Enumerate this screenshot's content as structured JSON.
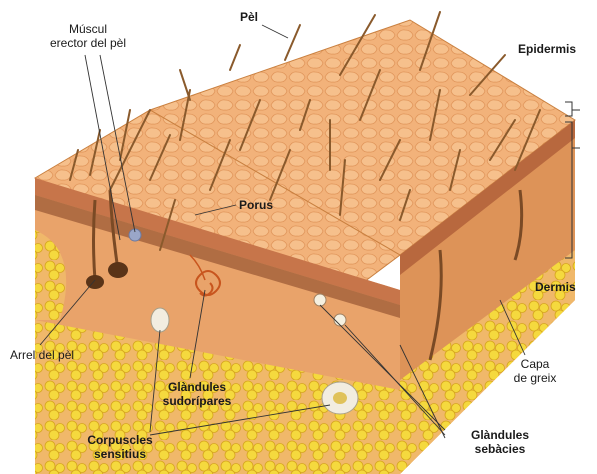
{
  "labels": {
    "pel": "Pèl",
    "muscul_line1": "Múscul",
    "muscul_line2": "erector del pèl",
    "epidermis": "Epidermis",
    "porus": "Porus",
    "dermis": "Dermis",
    "arrel": "Arrel del pèl",
    "capa_line1": "Capa",
    "capa_line2": "de greix",
    "glandules_sudor_line1": "Glàndules",
    "glandules_sudor_line2": "sudorípares",
    "corpuscles_line1": "Corpuscles",
    "corpuscles_line2": "sensitius",
    "glandules_seb_line1": "Glàndules",
    "glandules_seb_line2": "sebàcies"
  },
  "colors": {
    "skin_top": "#f2b27a",
    "skin_top_cells": "#e89a5c",
    "front_face": "#e9a36a",
    "right_face": "#dd9358",
    "fat": "#f3d23a",
    "fat_dark": "#d8a91f",
    "hair": "#8a5a2c",
    "label_line": "#333333"
  }
}
